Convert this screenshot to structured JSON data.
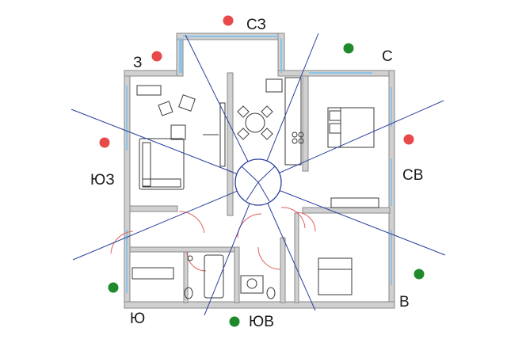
{
  "directions": {
    "nw": "СЗ",
    "n": "С",
    "w": "З",
    "sw": "ЮЗ",
    "ne": "СВ",
    "s": "Ю",
    "se": "ЮВ",
    "e": "В"
  },
  "indicators": {
    "nw": "unfavorable",
    "n": "favorable",
    "w": "unfavorable",
    "sw": "unfavorable",
    "ne": "unfavorable",
    "s": "favorable",
    "se": "favorable",
    "e": "favorable"
  },
  "colors": {
    "favorable": "#1f8a2b",
    "unfavorable": "#e84a4a",
    "sector_lines": "#2b3f9c",
    "walls": "#8a8a8a",
    "window": "#8cc3e8",
    "door_swing": "#e06060",
    "furniture": "#3a3a3a"
  }
}
